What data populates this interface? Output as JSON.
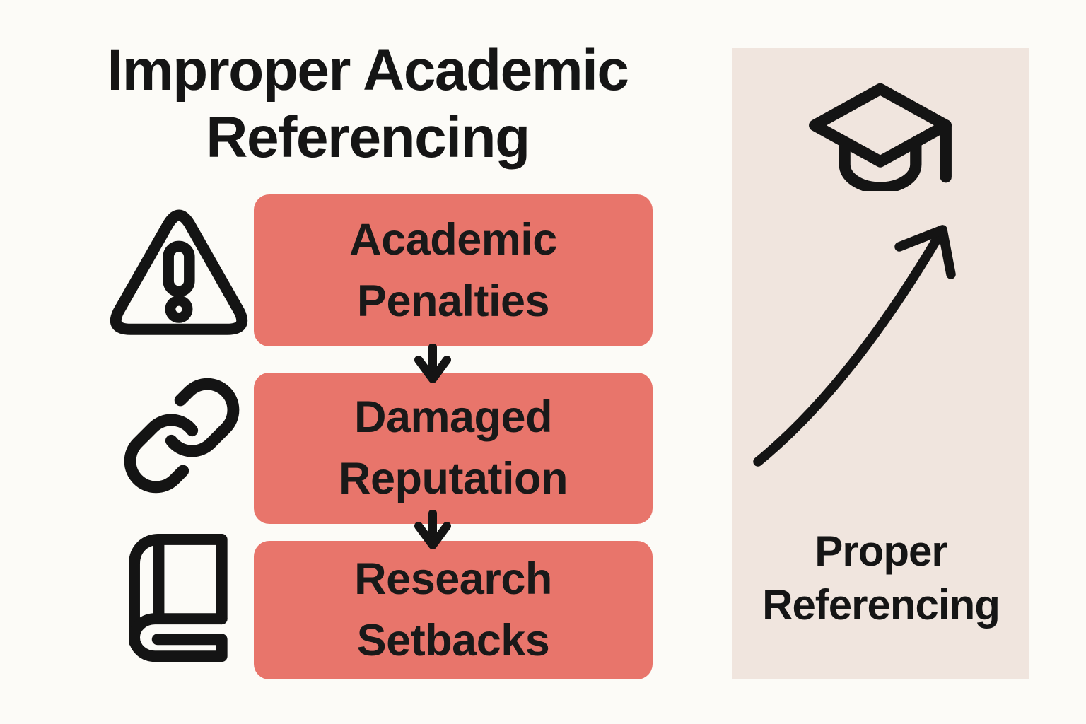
{
  "colors": {
    "background": "#FCFBF7",
    "step_box": "#E8756B",
    "panel_background": "#F0E5DE",
    "ink": "#1A1A1A"
  },
  "left_section": {
    "title": "Improper Academic\nReferencing",
    "steps": [
      {
        "label": "Academic\nPenalties",
        "icon": "warning-triangle-icon"
      },
      {
        "label": "Damaged\nReputation",
        "icon": "chain-link-icon"
      },
      {
        "label": "Research\nSetbacks",
        "icon": "book-icon"
      }
    ],
    "connector_icon": "arrow-down-icon"
  },
  "right_section": {
    "label": "Proper\nReferencing",
    "icons": [
      "graduation-cap-icon",
      "upward-curve-arrow-icon"
    ]
  }
}
